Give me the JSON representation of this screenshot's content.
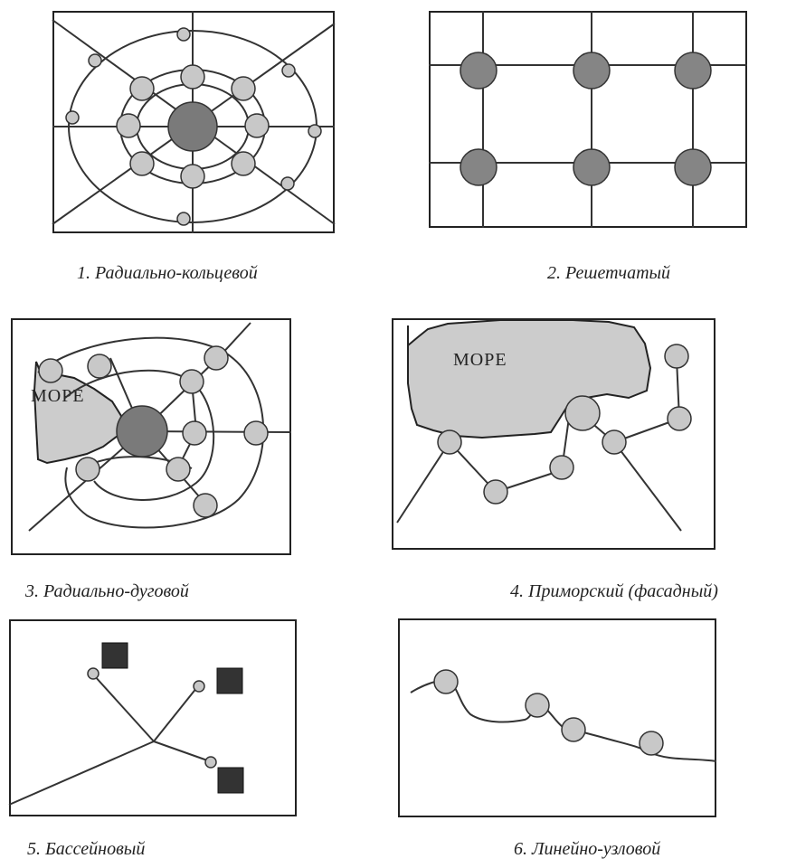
{
  "diagrams": [
    {
      "caption": "1. Радиально-кольцевой"
    },
    {
      "caption": "2. Решетчатый"
    },
    {
      "caption": "3. Радиально-дуговой",
      "sea_label": "МОРЕ"
    },
    {
      "caption": "4. Приморский (фасадный)",
      "sea_label": "МОРЕ"
    },
    {
      "caption": "5. Бассейновый"
    },
    {
      "caption": "6. Линейно-узловой"
    }
  ]
}
